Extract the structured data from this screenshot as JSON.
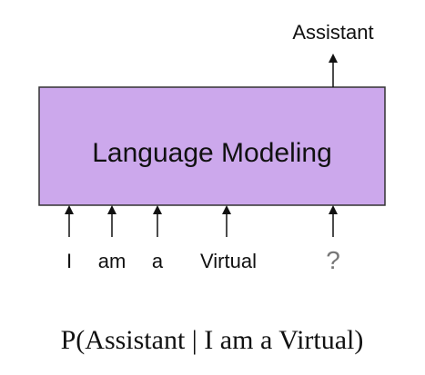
{
  "diagram": {
    "box_label": "Language Modeling",
    "output_label": "Assistant",
    "input_tokens": [
      "I",
      "am",
      "a",
      "Virtual"
    ],
    "query_token": "?",
    "formula": "P(Assistant | I am a Virtual)",
    "colors": {
      "box_fill": "#CCA8EC",
      "box_stroke": "#333333",
      "arrow": "#111111",
      "text": "#111111",
      "query_text": "#777777"
    }
  }
}
